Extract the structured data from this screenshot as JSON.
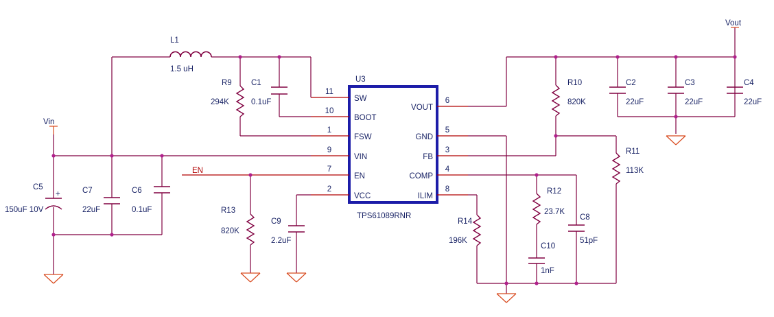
{
  "schematic": {
    "ic": {
      "ref": "U3",
      "part": "TPS61089RNR",
      "left_pins": [
        {
          "num": "11",
          "name": "SW"
        },
        {
          "num": "10",
          "name": "BOOT"
        },
        {
          "num": "1",
          "name": "FSW"
        },
        {
          "num": "9",
          "name": "VIN"
        },
        {
          "num": "7",
          "name": "EN"
        },
        {
          "num": "2",
          "name": "VCC"
        }
      ],
      "right_pins": [
        {
          "num": "6",
          "name": "VOUT"
        },
        {
          "num": "5",
          "name": "GND"
        },
        {
          "num": "3",
          "name": "FB"
        },
        {
          "num": "4",
          "name": "COMP"
        },
        {
          "num": "8",
          "name": "ILIM"
        }
      ]
    },
    "components": {
      "L1": {
        "ref": "L1",
        "value": "1.5 uH"
      },
      "R9": {
        "ref": "R9",
        "value": "294K"
      },
      "C1": {
        "ref": "C1",
        "value": "0.1uF"
      },
      "C5": {
        "ref": "C5",
        "value": "150uF 10V"
      },
      "C7": {
        "ref": "C7",
        "value": "22uF"
      },
      "C6": {
        "ref": "C6",
        "value": "0.1uF"
      },
      "R13": {
        "ref": "R13",
        "value": "820K"
      },
      "C9": {
        "ref": "C9",
        "value": "2.2uF"
      },
      "R10": {
        "ref": "R10",
        "value": "820K"
      },
      "R11": {
        "ref": "R11",
        "value": "113K"
      },
      "C2": {
        "ref": "C2",
        "value": "22uF"
      },
      "C3": {
        "ref": "C3",
        "value": "22uF"
      },
      "C4": {
        "ref": "C4",
        "value": "22uF"
      },
      "R12": {
        "ref": "R12",
        "value": "23.7K"
      },
      "C10": {
        "ref": "C10",
        "value": "1nF"
      },
      "C8": {
        "ref": "C8",
        "value": "51pF"
      },
      "R14": {
        "ref": "R14",
        "value": "196K"
      }
    },
    "nets": {
      "vin": "Vin",
      "vout": "Vout",
      "en": "EN"
    },
    "polarity_mark": "+",
    "colors": {
      "wire": "#800040",
      "pin": "#b00000",
      "ground": "#d84a1e",
      "ic_body": "#1c1ca8",
      "text": "#1a2466",
      "junction": "#b0208c"
    }
  }
}
